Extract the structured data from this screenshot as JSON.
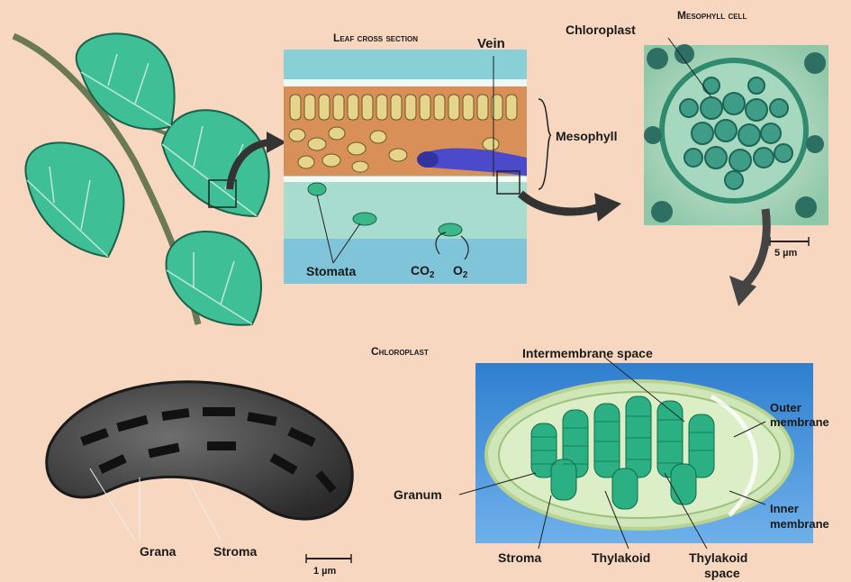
{
  "titles": {
    "leaf_cross_section": "Leaf cross section",
    "mesophyll_cell": "Mesophyll cell",
    "chloroplast": "Chloroplast"
  },
  "labels": {
    "vein": "Vein",
    "mesophyll": "Mesophyll",
    "stomata": "Stomata",
    "co2_base": "CO",
    "co2_sub": "2",
    "o2_base": "O",
    "o2_sub": "2",
    "chloroplast_cell": "Chloroplast",
    "intermembrane_space": "Intermembrane space",
    "outer_membrane_1": "Outer",
    "outer_membrane_2": "membrane",
    "inner_membrane_1": "Inner",
    "inner_membrane_2": "membrane",
    "granum": "Granum",
    "stroma_diagram": "Stroma",
    "thylakoid": "Thylakoid",
    "thylakoid_space_1": "Thylakoid",
    "thylakoid_space_2": "space",
    "grana": "Grana",
    "stroma_micro": "Stroma"
  },
  "scale_bars": {
    "cell": "5 µm",
    "micrograph": "1 µm"
  },
  "colors": {
    "background": "#f7d7c0",
    "leaf": "#3fbf95",
    "cross_section_bg": "#7fcbd9",
    "diagram_bg": "#3d8fd8",
    "thylakoid": "#2bb083"
  }
}
